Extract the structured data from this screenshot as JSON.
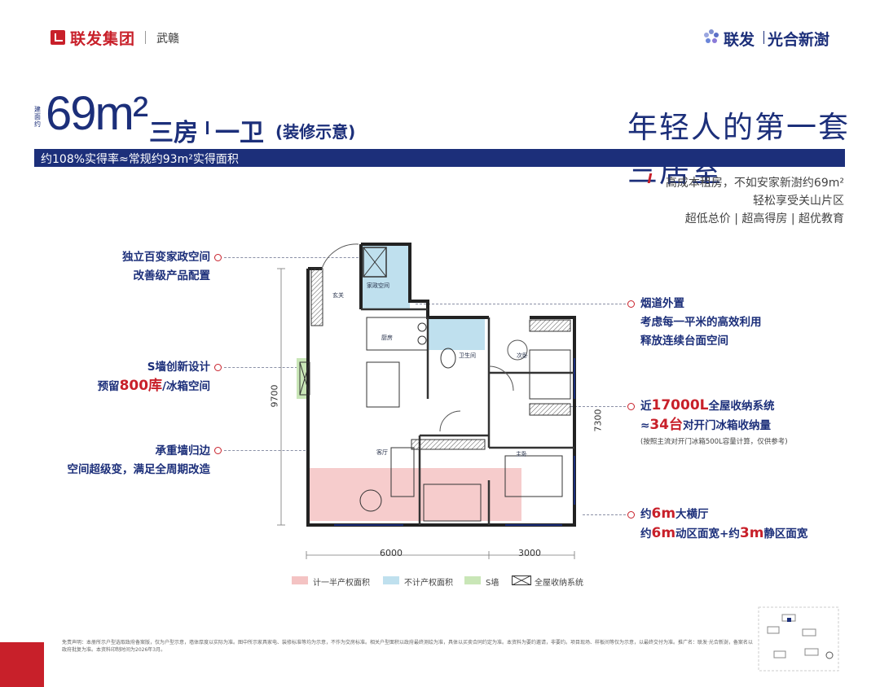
{
  "header": {
    "brand": "联发集团",
    "city": "武赣",
    "right_brand": "联发",
    "right_project": "光合新澍"
  },
  "title": {
    "area_note": "建面约",
    "area": "69m²",
    "rooms": "三房",
    "bath": "一卫",
    "decoration": "(装修示意)",
    "slogan": "年轻人的第一套三居室"
  },
  "banner": "约108%实得率≈常规约93m²实得面积",
  "right_info": [
    "高成本租房，不如安家新澍约69m²",
    "轻松享受关山片区",
    "超低总价 | 超高得房 | 超优教育"
  ],
  "left_annotations": [
    {
      "lines": [
        "独立百变家政空间",
        "改善级产品配置"
      ]
    },
    {
      "line1": "S墙创新设计",
      "line2_pre": "预留",
      "line2_red": "800库",
      "line2_post": "/冰箱空间"
    },
    {
      "lines": [
        "承重墙归边",
        "空间超级变，满足全周期改造"
      ]
    }
  ],
  "right_annotations": {
    "flue": [
      "烟道外置",
      "考虑每一平米的高效利用",
      "释放连续台面空间"
    ],
    "storage_pre1": "近",
    "storage_red1": "17000L",
    "storage_post1": "全屋收纳系统",
    "storage_pre2": "≈",
    "storage_red2": "34台",
    "storage_post2": "对开门冰箱收纳量",
    "storage_note": "(按照主流对开门冰箱500L容量计算，仅供参考)",
    "width_pre1": "约",
    "width_red1": "6m",
    "width_post1": "大横厅",
    "width_pre2": "约",
    "width_red2": "6m",
    "width_mid2": "动区面宽+约",
    "width_red3": "3m",
    "width_post2": "静区面宽"
  },
  "plan": {
    "rooms": {
      "entry": "玄关",
      "utility": "家政空间",
      "kitchen": "厨房",
      "bath": "卫生间",
      "bedroom2": "次卧",
      "living": "客厅",
      "master": "主卧"
    },
    "dims": {
      "h_left": "9700",
      "h_right": "7300",
      "w_left": "6000",
      "w_right": "3000"
    }
  },
  "legend": [
    {
      "label": "计一半产权面积",
      "color": "#f4c3c3"
    },
    {
      "label": "不计产权面积",
      "color": "#bfe0ee"
    },
    {
      "label": "S墙",
      "color": "#c9e6b7"
    },
    {
      "label": "全屋收纳系统",
      "color": "hatch"
    }
  ],
  "footer": "免责声明：本册所示户型选取政府备案版，仅为户型示意，墙体厚度以实际为准。图中所示家具家电、装修标准等均为示意，不作为交房标准。相关户型面积以政府最终测绘为准，具体以买卖合同约定为准。本资料为要约邀请，非要约。项目现场、样板间等仅为示意，以最终交付为准。推广名：联发·光合新澍，备案名以政府批复为准。本资料印制时间为2026年3月。"
}
